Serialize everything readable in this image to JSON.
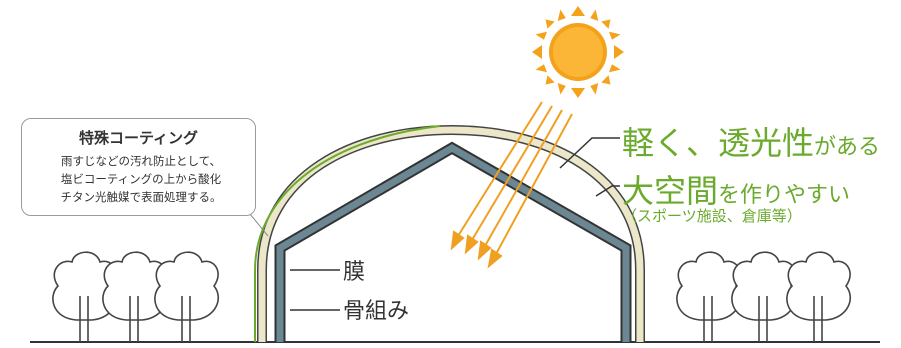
{
  "callout": {
    "title": "特殊コーティング",
    "lines": [
      "雨すじなどの汚れ防止として、",
      "塩ビコーティングの上から酸化",
      "チタン光触媒で表面処理する。"
    ]
  },
  "labels": {
    "membrane": "膜",
    "frame": "骨組み"
  },
  "features": {
    "f1_big": "軽く、透光性",
    "f1_small": "がある",
    "f2_big": "大空間",
    "f2_small": "を作りやすい",
    "f2_note": "（スポーツ施設、倉庫等）"
  },
  "colors": {
    "accent_green": "#6aaa2c",
    "sun_orange": "#f5a21b",
    "frame_steel": "#5f7a86",
    "membrane_cream": "#e7e2c4"
  }
}
